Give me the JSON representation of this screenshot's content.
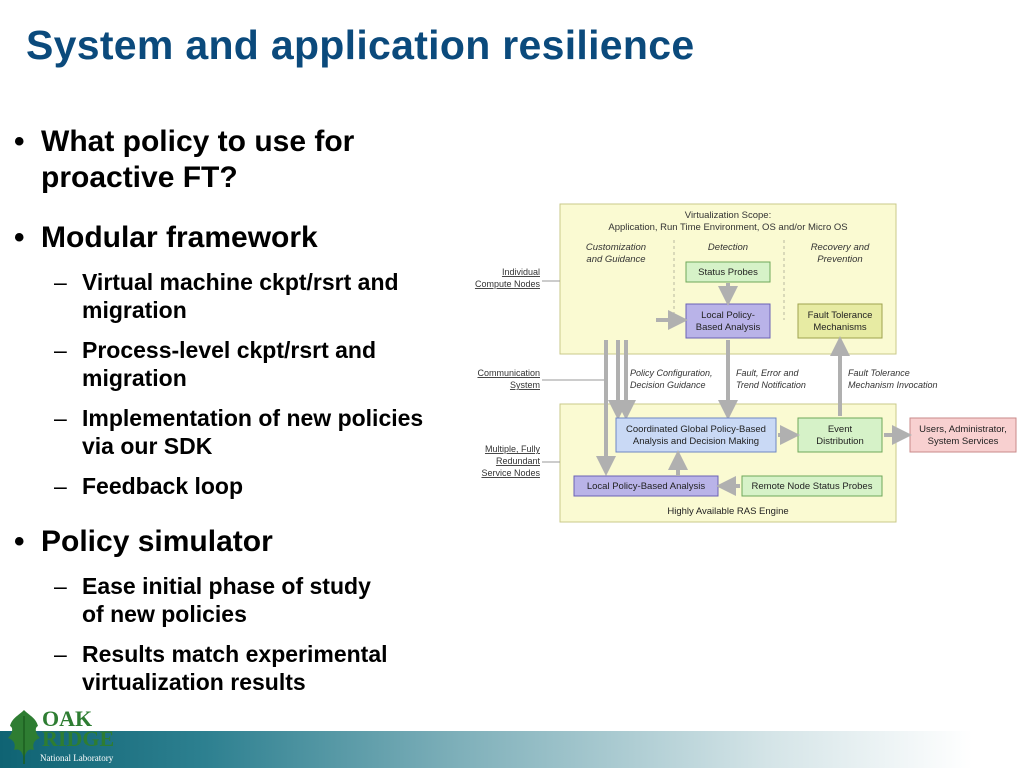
{
  "slide": {
    "title": "System and application resilience",
    "bullets": [
      {
        "text": [
          "What policy to use for",
          "proactive FT?"
        ],
        "subs": []
      },
      {
        "text": [
          "Modular framework"
        ],
        "subs": [
          [
            "Virtual machine ckpt/rsrt and",
            "migration"
          ],
          [
            "Process-level ckpt/rsrt and",
            "migration"
          ],
          [
            "Implementation of new policies",
            "via our SDK"
          ],
          [
            "Feedback loop"
          ]
        ]
      },
      {
        "text": [
          "Policy simulator"
        ],
        "subs": [
          [
            "Ease initial phase of study",
            "of new policies"
          ],
          [
            "Results match experimental",
            "virtualization results"
          ]
        ]
      }
    ],
    "bullet_glyph": "•",
    "dash_glyph": "–"
  },
  "diagram": {
    "scope_title": [
      "Virtualization Scope:",
      "Application, Run Time Environment, OS and/or Micro OS"
    ],
    "col_customization": [
      "Customization",
      "and Guidance"
    ],
    "col_detection": "Detection",
    "col_recovery": [
      "Recovery and",
      "Prevention"
    ],
    "side_individual": [
      "Individual",
      "Compute Nodes"
    ],
    "side_communication": [
      "Communication",
      "System"
    ],
    "side_redundant": [
      "Multiple, Fully",
      "Redundant",
      "Service Nodes"
    ],
    "status_probes": "Status Probes",
    "local_policy": [
      "Local Policy-",
      "Based Analysis"
    ],
    "fault_tolerance": [
      "Fault Tolerance",
      "Mechanisms"
    ],
    "flow_policy_config": [
      "Policy Configuration,",
      "Decision Guidance"
    ],
    "flow_fault_error": [
      "Fault, Error and",
      "Trend Notification"
    ],
    "flow_ft_invocation": [
      "Fault Tolerance",
      "Mechanism Invocation"
    ],
    "coordinated": [
      "Coordinated Global Policy-Based",
      "Analysis and Decision Making"
    ],
    "event_distribution": [
      "Event",
      "Distribution"
    ],
    "users": [
      "Users, Administrator,",
      "System Services"
    ],
    "local_policy_bottom": "Local Policy-Based Analysis",
    "remote_probes": "Remote Node Status Probes",
    "ras_engine": "Highly Available RAS Engine",
    "colors": {
      "panel": "#fafad2",
      "panel_border": "#c9c98a",
      "green_box": "#d6f2c8",
      "green_border": "#6fa85a",
      "blue_box": "#c9d9f5",
      "blue_border": "#6f86c2",
      "purple_box": "#b9b3e8",
      "purple_border": "#6b62b5",
      "olive_box": "#e7eba3",
      "olive_border": "#9fa34f",
      "pink_box": "#f8d0d0",
      "pink_border": "#c98a8a"
    }
  },
  "logo": {
    "line1": "OAK",
    "line2": "RIDGE",
    "line3": "National Laboratory",
    "icon": "oak-leaf-icon"
  }
}
